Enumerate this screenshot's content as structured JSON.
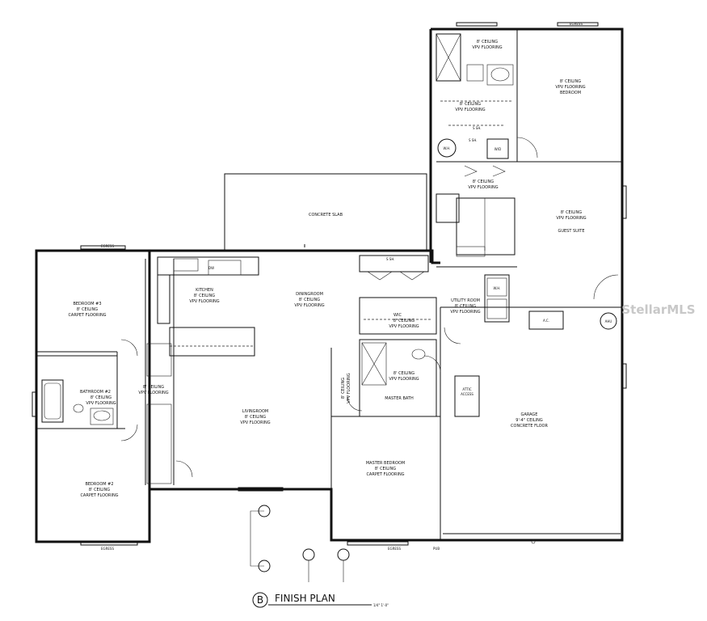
{
  "rooms": {
    "bedroom3": {
      "name": "BEDROOM #3",
      "ceiling": "8' CEILING",
      "floor": "CARPET FLOORING"
    },
    "bedroom2": {
      "name": "BEDROOM #2",
      "ceiling": "8' CEILING",
      "floor": "CARPET FLOORING"
    },
    "bathroom2": {
      "name": "BATHROOM #2",
      "ceiling": "8' CEILING",
      "floor": "VPV FLOORING"
    },
    "kitchen": {
      "name": "KITCHEN",
      "ceiling": "8' CEILING",
      "floor": "VPV FLOORING"
    },
    "diningroom": {
      "name": "DININGROOM",
      "ceiling": "8' CEILING",
      "floor": "VPV FLOORING"
    },
    "livingroom": {
      "name": "LIVINGROOM",
      "ceiling": "8' CEILING",
      "floor": "VPV FLOORING"
    },
    "hall": {
      "ceiling": "8' CEILING",
      "floor": "VPV FLOORING"
    },
    "hall2": {
      "ceiling": "8' CEILING",
      "floor": "VPV FLOORING"
    },
    "wic": {
      "name": "WIC",
      "ceiling": "8' CEILING",
      "floor": "VPV FLOORING"
    },
    "masterbath": {
      "name": "MASTER BATH",
      "ceiling": "8' CEILING",
      "floor": "VPV FLOORING"
    },
    "masterbedroom": {
      "name": "MASTER BEDROOM",
      "ceiling": "8' CEILING",
      "floor": "CARPET FLOORING"
    },
    "utility": {
      "name": "UTILITY ROOM",
      "ceiling": "8' CEILING",
      "floor": "VPV FLOORING"
    },
    "garage": {
      "name": "GARAGE",
      "ceiling": "9'-4\" CEILING",
      "floor": "CONCRETE FLOOR"
    },
    "guestsuite": {
      "name": "GUEST SUITE",
      "ceiling": "8' CEILING",
      "floor": "VPV FLOORING"
    },
    "guestbedroom": {
      "name": "BEDROOM",
      "ceiling": "8' CEILING",
      "floor": "VPV FLOORING"
    },
    "guestbath": {
      "ceiling": "8' CEILING",
      "floor": "VPV FLOORING"
    },
    "guestkitchen": {
      "ceiling": "8' CEILING",
      "floor": "VPV FLOORING"
    },
    "guestcloset": {
      "ceiling": "8' CEILING",
      "floor": "VPV FLOORING"
    }
  },
  "annotations": {
    "concrete_slab": "CONCRETE SLAB",
    "attic_access": "ATTIC ACCESS",
    "egress": "EGRESS",
    "shelf": "S SH.",
    "wh": "W.H.",
    "wd": "W/D",
    "ac": "A.C.",
    "ahu": "AHU",
    "dw": "DW",
    "pub": "PUB"
  },
  "title": {
    "marker": "B",
    "text": "FINISH PLAN",
    "scale": "1/4\" 1'-0\""
  },
  "watermark": "StellarMLS"
}
